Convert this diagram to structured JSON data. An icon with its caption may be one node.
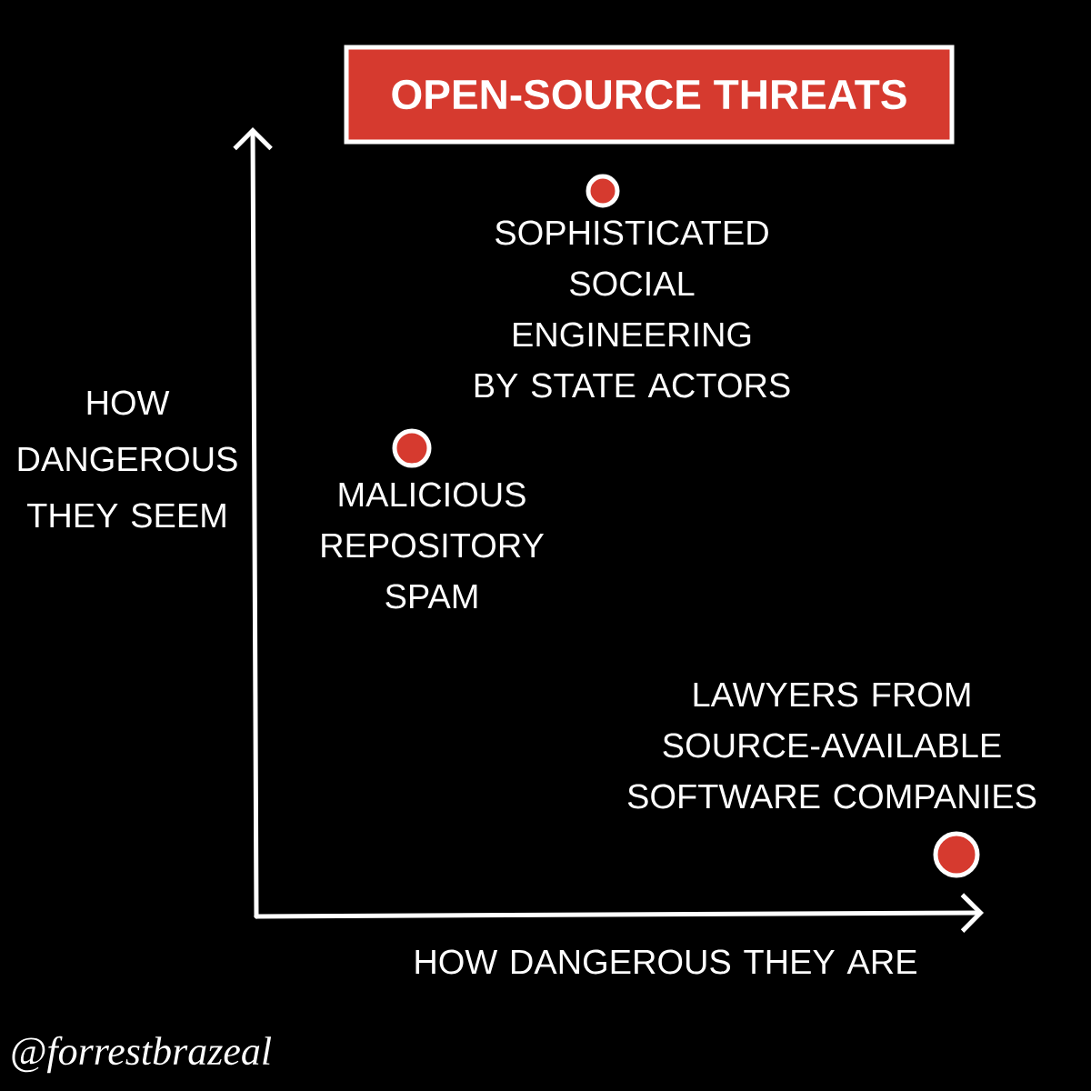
{
  "diagram": {
    "title": "OPEN-SOURCE THREATS",
    "nodes": [
      {
        "text": [],
        "shape": "circle",
        "beside": [
          "SOPHISTICATED SOCIAL ENGINEERING BY STATE ACTORS"
        ]
      },
      {
        "text": [],
        "shape": "circle",
        "beside": [
          "MALICIOUS REPOSITORY SPAM"
        ]
      },
      {
        "text": [],
        "shape": "circle",
        "beside": [
          "LAWYERS FROM SOURCE-AVAILABLE SOFTWARE COMPANIES"
        ]
      }
    ],
    "edges": [],
    "labels": [
      "HOW DANGEROUS THEY SEEM",
      "HOW DANGEROUS THEY ARE",
      "@forrestbrazeal"
    ]
  }
}
